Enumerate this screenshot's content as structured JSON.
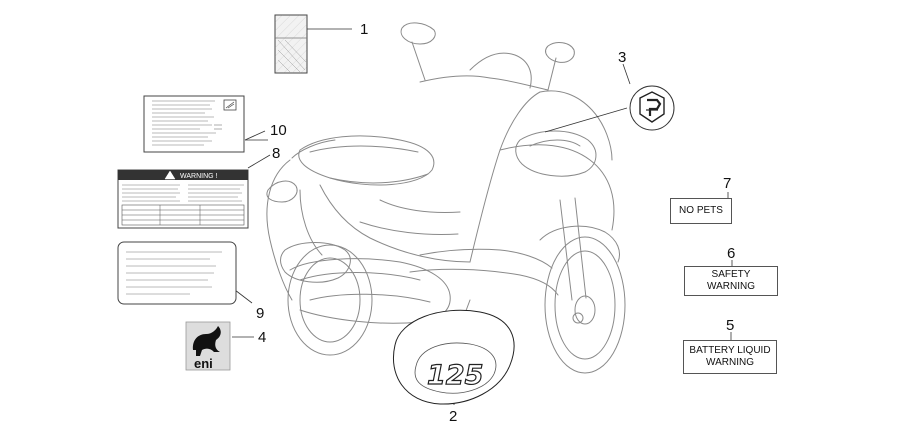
{
  "callouts": {
    "c1": "1",
    "c2": "2",
    "c3": "3",
    "c4": "4",
    "c5": "5",
    "c6": "6",
    "c7": "7",
    "c8": "8",
    "c9": "9",
    "c10": "10"
  },
  "labels": {
    "no_pets": "NO PETS",
    "safety_warning": "SAFETY WARNING",
    "battery_liquid_warning": "BATTERY LIQUID WARNING"
  },
  "decals": {
    "warning_header": "WARNING !",
    "badge_125": "125",
    "eni_logo": "eni"
  },
  "colors": {
    "line": "#555555",
    "ink": "#111111",
    "logo_bg": "#dddddd"
  }
}
